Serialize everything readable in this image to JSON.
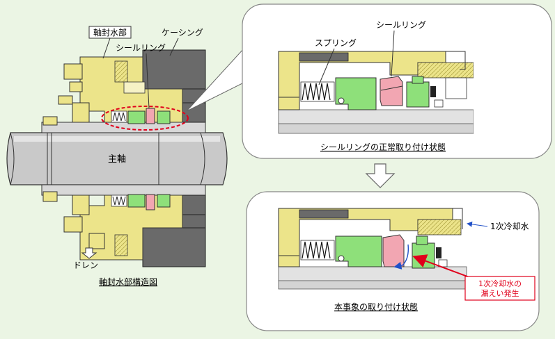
{
  "colors": {
    "background": "#ebf5e4",
    "housing_yellow": "#ece48a",
    "shaft_gray": "#c9c9c9",
    "casing_dark": "#6a6a6a",
    "seal_ring_pink": "#f2a6b2",
    "green_part": "#8ee07a",
    "leak_red": "#e0001b",
    "water_blue": "#2050c8",
    "panel_white": "#ffffff"
  },
  "left_diagram": {
    "label_seal_water": "軸封水部",
    "label_seal_ring": "シールリング",
    "label_casing": "ケーシング",
    "label_shaft": "主軸",
    "label_drain": "ドレン",
    "caption": "軸封水部構造図"
  },
  "top_panel": {
    "label_spring": "スプリング",
    "label_seal_ring": "シールリング",
    "caption": "シールリングの正常取り付け状態"
  },
  "bottom_panel": {
    "label_primary_water": "1次冷却水",
    "callout_line1": "1次冷却水の",
    "callout_line2": "漏えい発生",
    "caption": "本事象の取り付け状態"
  }
}
